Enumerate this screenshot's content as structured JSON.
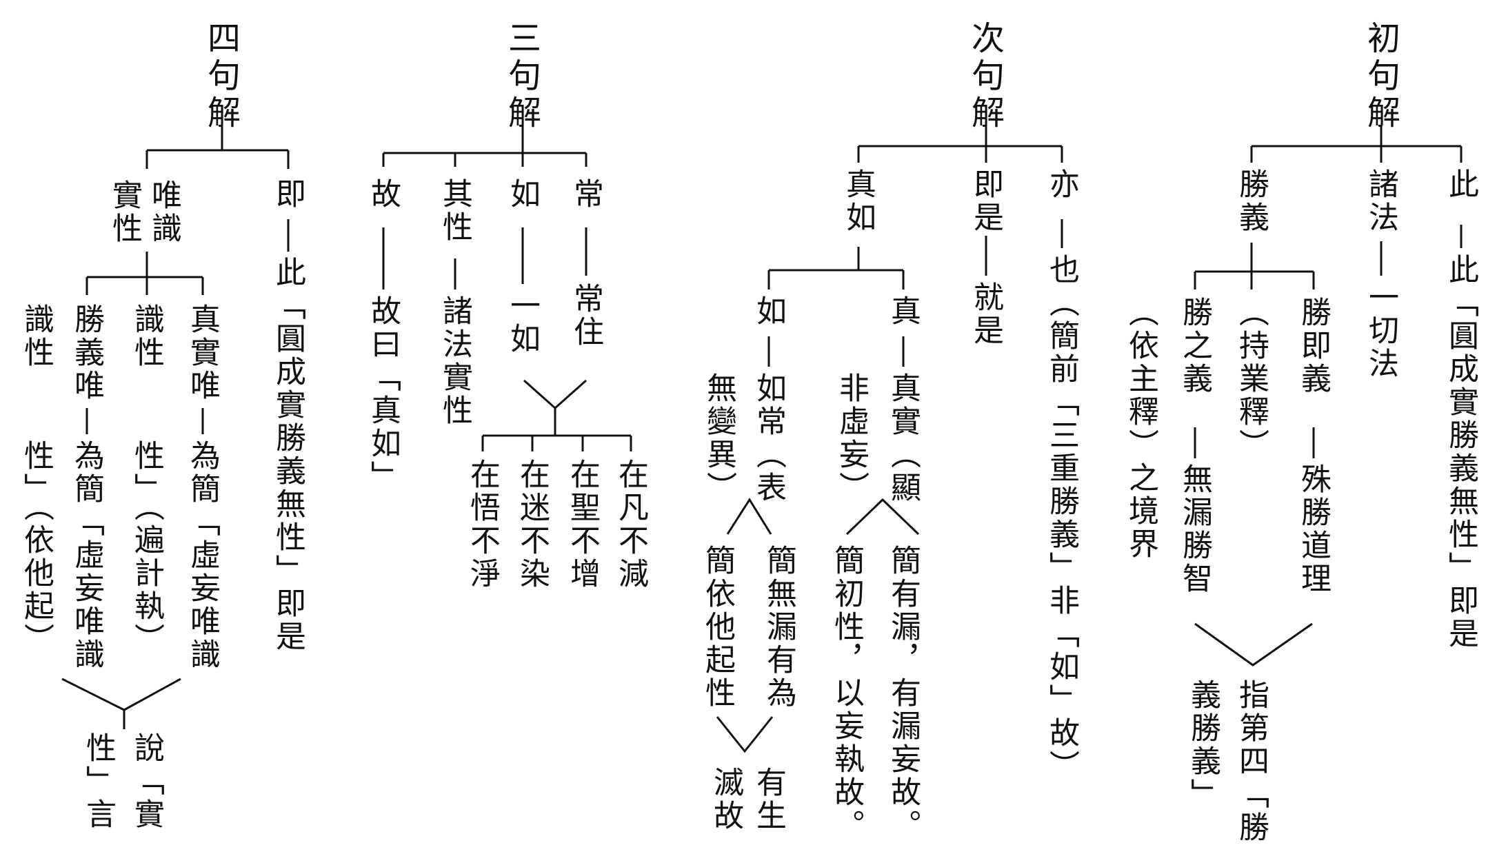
{
  "diagram": {
    "ch1": {
      "title": "初句解",
      "a_head": "此",
      "a_body": "此「圓成實勝義無性」即是",
      "b_head": "諸法",
      "b_body": "一切法",
      "c_head": "勝義",
      "c1_head": "勝即義",
      "c1_body": "殊勝道理",
      "c2": "（持業釋）",
      "c3_head": "勝之義",
      "c3_body": "無漏勝智",
      "c4": "（依主釋）之境界",
      "c_concl_1": "指第四「勝",
      "c_concl_2": "義勝義」"
    },
    "ch2": {
      "title": "次句解",
      "a_head": "亦",
      "a_body": "也（簡前「三重勝義」非「如」故）",
      "b_head": "即是",
      "b_body": "就是",
      "c_head": "真如",
      "c1_head": "真",
      "c1_body": "真實（顯",
      "c1_sub": "非虛妄）",
      "c1_l1": "簡有漏，有漏妄故。",
      "c1_l2": "簡初性，以妄執故。",
      "c2_head": "如",
      "c2_body": "如常（表",
      "c2_sub": "無變異）",
      "c2_l1": "簡無漏有為",
      "c2_l2": "簡依他起性",
      "c2_concl_1": "有生",
      "c2_concl_2": "滅故"
    },
    "ch3": {
      "title": "三句解",
      "a_head": "常",
      "a_body": "常住",
      "b_head": "如",
      "b_body": "一如",
      "b_l1": "在凡不減",
      "b_l2": "在聖不增",
      "b_l3": "在迷不染",
      "b_l4": "在悟不淨",
      "c_head": "其性",
      "c_body": "諸法實性",
      "d_head": "故",
      "d_body": "故曰「真如」"
    },
    "ch4": {
      "title": "四句解",
      "a_head": "即",
      "a_body": "此「圓成實勝義無性」即是",
      "b_head_1": "唯識",
      "b_head_2": "實性",
      "b1_head": "真實唯",
      "b1_body": "為簡「虛妄唯識",
      "b1_sub": "性」（遍計執）",
      "b2_head": "識性",
      "b3_head": "勝義唯",
      "b3_body": "為簡「虛妄唯識",
      "b3_sub": "識性",
      "b3_tail": "性」（依他起）",
      "concl_1": "說「實",
      "concl_2": "性」言"
    }
  }
}
